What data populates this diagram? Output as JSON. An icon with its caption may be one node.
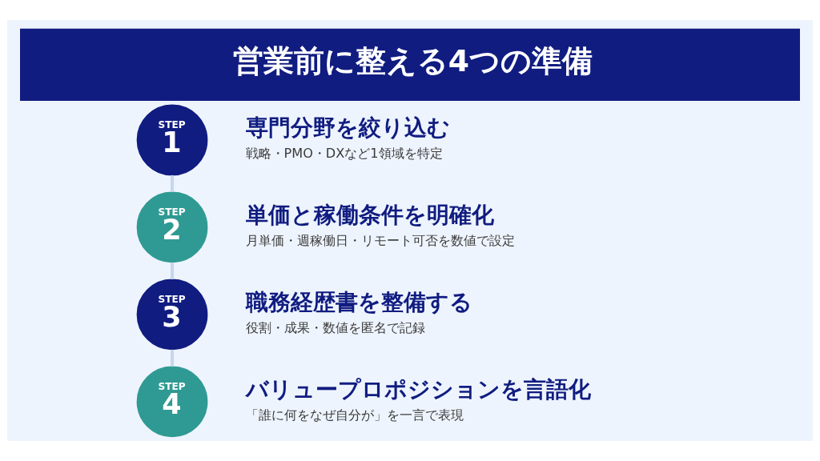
{
  "diagram": {
    "title": "営業前に整える4つの準備",
    "nodes": [
      {
        "text": [
          "STEP",
          "1"
        ],
        "beside": [
          "専門分野を絞り込む",
          "戦略・PMO・DXなど1領域を特定"
        ]
      },
      {
        "text": [
          "STEP",
          "2"
        ],
        "beside": [
          "単価と稼働条件を明確化",
          "月単価・週稼働日・リモート可否を数値で設定"
        ]
      },
      {
        "text": [
          "STEP",
          "3"
        ],
        "beside": [
          "職務経歴書を整備する",
          "役割・成果・数値を匿名で記録"
        ]
      },
      {
        "text": [
          "STEP",
          "4"
        ],
        "beside": [
          "バリュープロポジションを言語化",
          "「誰に何をなぜ自分が」を一言で表現"
        ]
      }
    ],
    "edges": [
      {
        "from": 0,
        "to": 1,
        "arrow": "none"
      },
      {
        "from": 1,
        "to": 2,
        "arrow": "none"
      },
      {
        "from": 2,
        "to": 3,
        "arrow": "none"
      }
    ]
  }
}
